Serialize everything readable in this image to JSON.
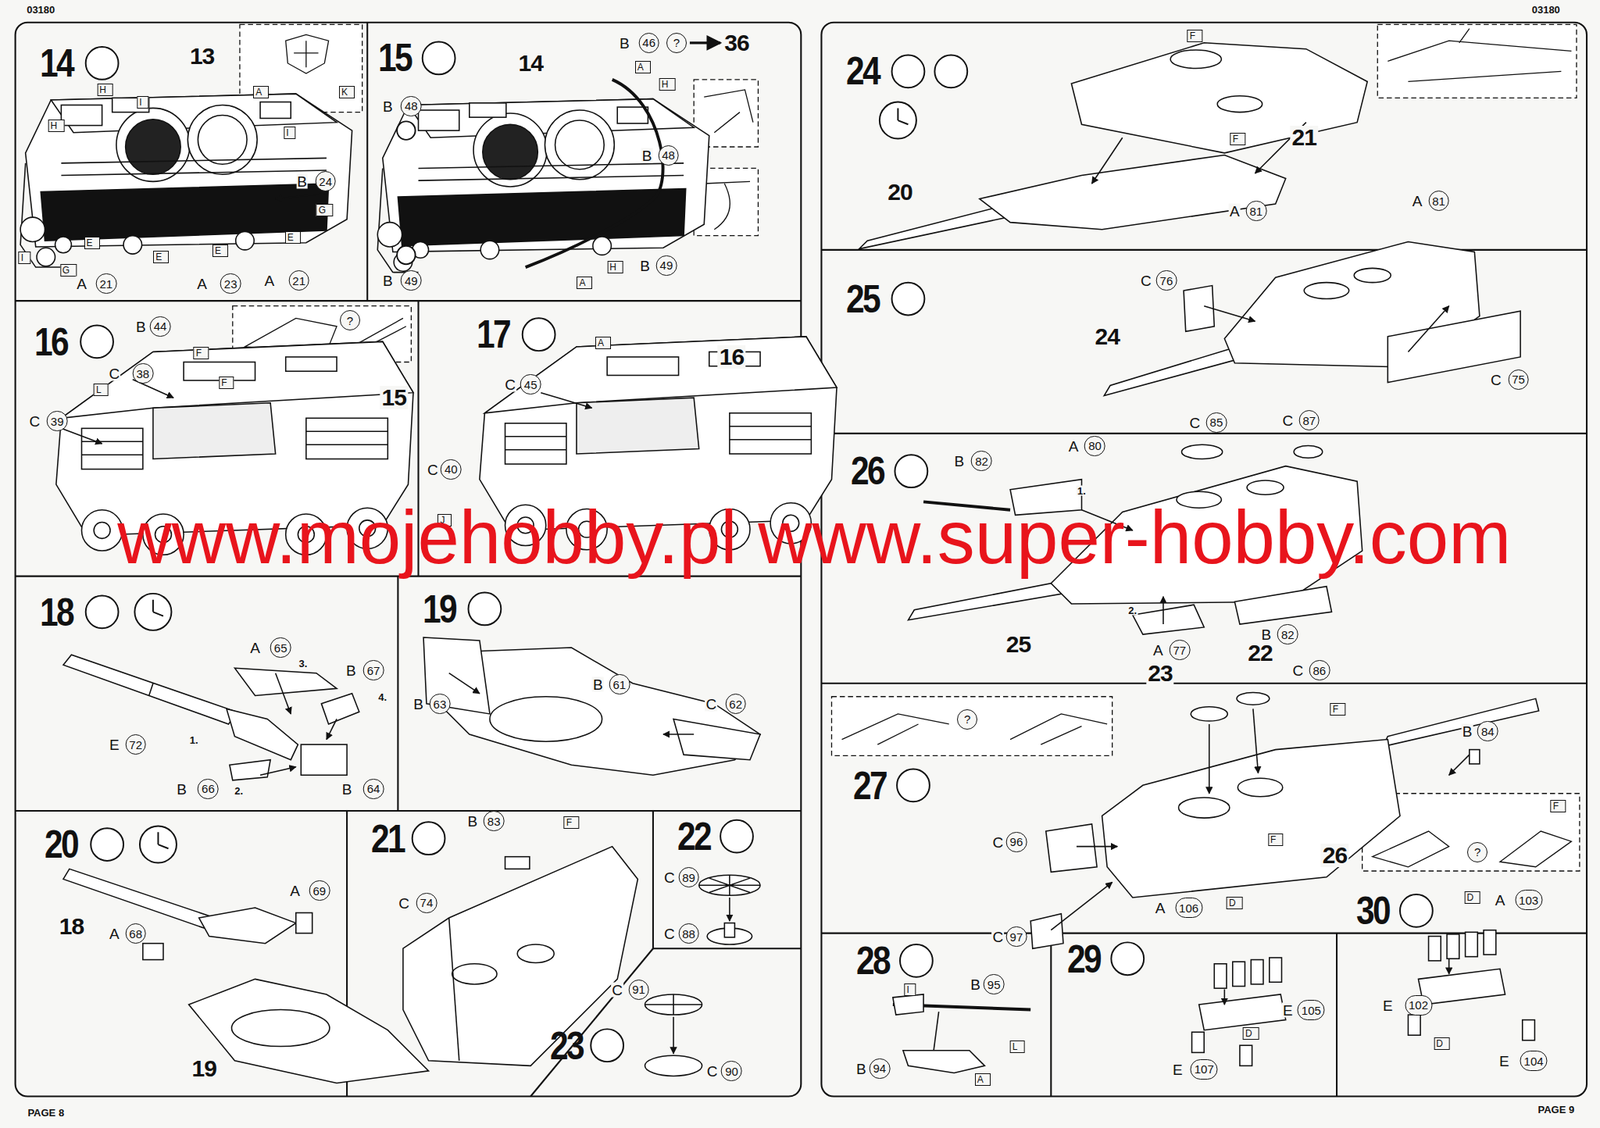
{
  "diagram": {
    "nodes": [
      {
        "text": [
          "14"
        ]
      },
      {
        "text": [
          "15"
        ]
      },
      {
        "text": [
          "16"
        ]
      },
      {
        "text": [
          "17"
        ]
      },
      {
        "text": [
          "18"
        ]
      },
      {
        "text": [
          "19"
        ]
      },
      {
        "text": [
          "20"
        ]
      },
      {
        "text": [
          "21"
        ]
      },
      {
        "text": [
          "22"
        ]
      },
      {
        "text": [
          "23"
        ]
      },
      {
        "text": [
          "24"
        ]
      },
      {
        "text": [
          "25"
        ]
      },
      {
        "text": [
          "26"
        ]
      },
      {
        "text": [
          "27"
        ]
      },
      {
        "text": [
          "28"
        ]
      },
      {
        "text": [
          "29"
        ]
      },
      {
        "text": [
          "30"
        ]
      }
    ],
    "labels": [
      "03180",
      "03180",
      "PAGE 8",
      "PAGE 9",
      "13",
      "H",
      "H",
      "I",
      "A",
      "K",
      "I",
      "B",
      "24",
      "G",
      "E",
      "E",
      "E",
      "E",
      "I",
      "G",
      "A",
      "21",
      "A",
      "23",
      "A",
      "21",
      "14",
      "B",
      "46",
      "?",
      "36",
      "A",
      "H",
      "B",
      "48",
      "B",
      "48",
      "H",
      "A",
      "B",
      "49",
      "B",
      "49",
      "B",
      "44",
      "F",
      "F",
      "?",
      "C",
      "38",
      "L",
      "C",
      "39",
      "15",
      "16",
      "A",
      "C",
      "45",
      "C",
      "40",
      "J",
      "www.mojehobby.pl www.super-hobby.com",
      "A",
      "65",
      "3.",
      "B",
      "67",
      "4.",
      "E",
      "72",
      "1.",
      "B",
      "66",
      "2.",
      "B",
      "64",
      "B",
      "61",
      "B",
      "63",
      "C",
      "62",
      "18",
      "A",
      "69",
      "A",
      "68",
      "19",
      "B",
      "83",
      "F",
      "C",
      "74",
      "C",
      "89",
      "C",
      "88",
      "C",
      "91",
      "C",
      "90",
      "F",
      "F",
      "21",
      "20",
      "A",
      "81",
      "A",
      "81",
      "C",
      "76",
      "24",
      "C",
      "75",
      "B",
      "82",
      "A",
      "80",
      "C",
      "85",
      "C",
      "87",
      "1.",
      "2.",
      "A",
      "77",
      "B",
      "82",
      "25",
      "?",
      "23",
      "22",
      "C",
      "86",
      "F",
      "B",
      "84",
      "F",
      "26",
      "?",
      "F",
      "C",
      "96",
      "C",
      "97",
      "B",
      "95",
      "I",
      "L",
      "B",
      "94",
      "A",
      "A",
      "106",
      "D",
      "E",
      "105",
      "D",
      "E",
      "107",
      "D",
      "A",
      "103",
      "E",
      "102",
      "D",
      "E",
      "104"
    ]
  }
}
